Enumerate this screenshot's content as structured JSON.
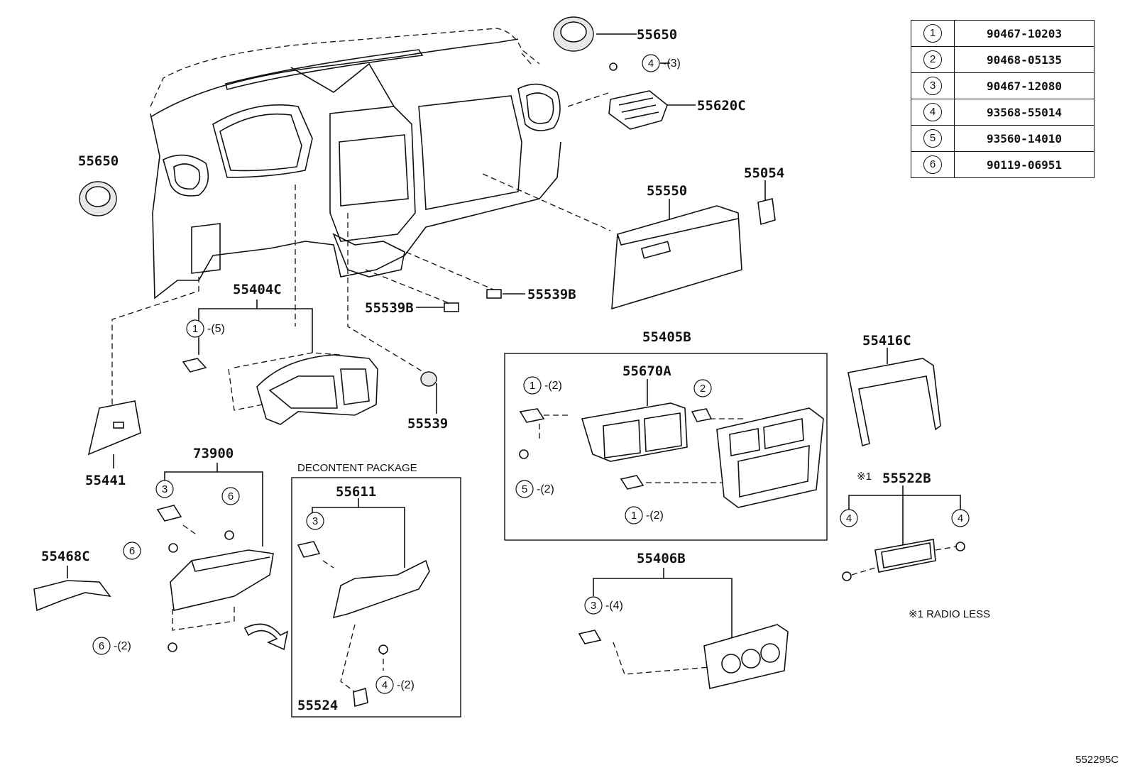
{
  "fasteners": [
    {
      "ref": "1",
      "part": "90467-10203"
    },
    {
      "ref": "2",
      "part": "90468-05135"
    },
    {
      "ref": "3",
      "part": "90467-12080"
    },
    {
      "ref": "4",
      "part": "93568-55014"
    },
    {
      "ref": "5",
      "part": "93560-14010"
    },
    {
      "ref": "6",
      "part": "90119-06951"
    }
  ],
  "parts": {
    "vent_top": "55650",
    "vent_left": "55650",
    "vent_620c": "55620C",
    "p55054": "55054",
    "glove_box": "55550",
    "p55539b_right": "55539B",
    "p55539b_left": "55539B",
    "p55404c": "55404C",
    "p55539": "55539",
    "p55441": "55441",
    "p73900": "73900",
    "p55468c": "55468C",
    "p55611": "55611",
    "p55524": "55524",
    "p55405b": "55405B",
    "p55670a": "55670A",
    "p55416c": "55416C",
    "p55522b": "55522B",
    "p55406b": "55406B"
  },
  "refs": {
    "r_top_4": "4",
    "q_top_4": "-(3)",
    "r_404_1": "1",
    "q_404_1": "-(5)",
    "r_739_3": "3",
    "r_739_6a": "6",
    "r_739_6b": "6",
    "r_739_6c": "6",
    "q_739_6c": "-(2)",
    "r_611_3": "3",
    "r_611_4": "4",
    "q_611_4": "-(2)",
    "r_405_1a": "1",
    "q_405_1a": "-(2)",
    "r_405_2": "2",
    "r_405_5": "5",
    "q_405_5": "-(2)",
    "r_405_1b": "1",
    "q_405_1b": "-(2)",
    "r_406_3": "3",
    "q_406_3": "-(4)",
    "r_522_4a": "4",
    "r_522_4b": "4"
  },
  "labels": {
    "decontent": "DECONTENT PACKAGE",
    "note_mark": "※1",
    "note_text": "※1 RADIO LESS"
  },
  "diagram_id": "552295C"
}
